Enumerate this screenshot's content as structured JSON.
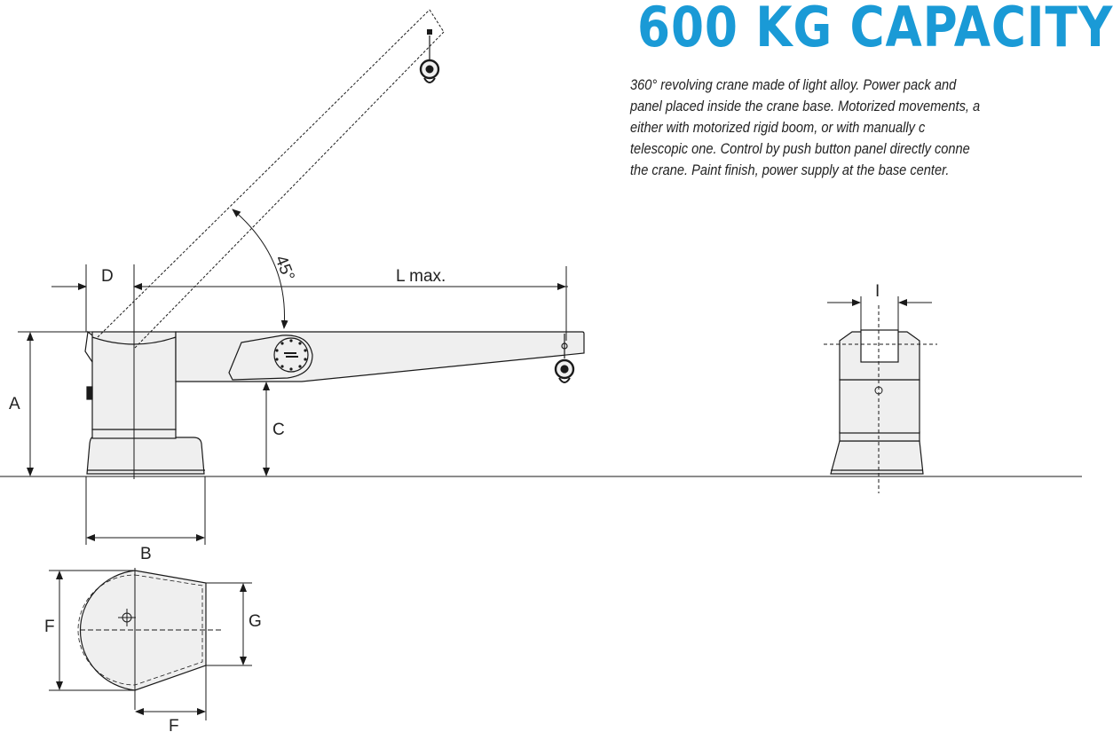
{
  "heading": "600 KG CAPACITY",
  "description_lines": [
    "360° revolving crane made of light alloy. Power pack and",
    "panel placed inside the crane base. Motorized movements, a",
    "either with motorized rigid boom, or with manually c",
    "telescopic one. Control by push button panel directly conne",
    "the crane. Paint finish, power supply at the base center."
  ],
  "dimension_labels": {
    "D": "D",
    "L": "L max.",
    "A": "A",
    "B": "B",
    "C": "C",
    "I": "I",
    "F_top": "F",
    "F_bottom": "F",
    "G": "G",
    "angle": "45°"
  },
  "colors": {
    "heading": "#1a9ad6",
    "body_fill": "#efefef",
    "line": "#1a1a1a"
  }
}
